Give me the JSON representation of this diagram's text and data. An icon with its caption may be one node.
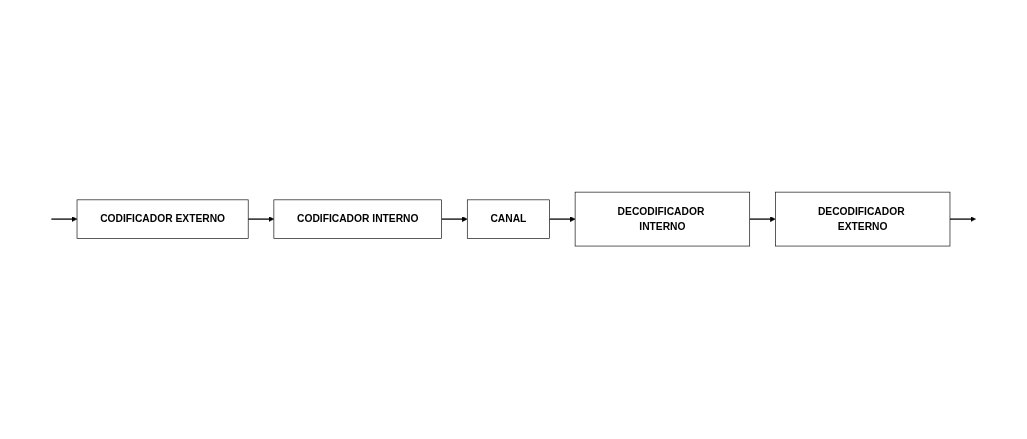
{
  "diagram": {
    "nodes": [
      {
        "text": [
          "CODIFICADOR EXTERNO"
        ]
      },
      {
        "text": [
          "CODIFICADOR INTERNO"
        ]
      },
      {
        "text": [
          "CANAL"
        ]
      },
      {
        "text": [
          "DECODIFICADOR INTERNO"
        ]
      },
      {
        "text": [
          "DECODIFICADOR EXTERNO"
        ]
      }
    ],
    "edges": [
      {
        "from": null,
        "to": 0,
        "arrow": "to"
      },
      {
        "from": 0,
        "to": 1,
        "arrow": "to"
      },
      {
        "from": 1,
        "to": 2,
        "arrow": "to"
      },
      {
        "from": 2,
        "to": 3,
        "arrow": "to"
      },
      {
        "from": 3,
        "to": 4,
        "arrow": "to"
      },
      {
        "from": 4,
        "to": null,
        "arrow": "to"
      }
    ]
  }
}
